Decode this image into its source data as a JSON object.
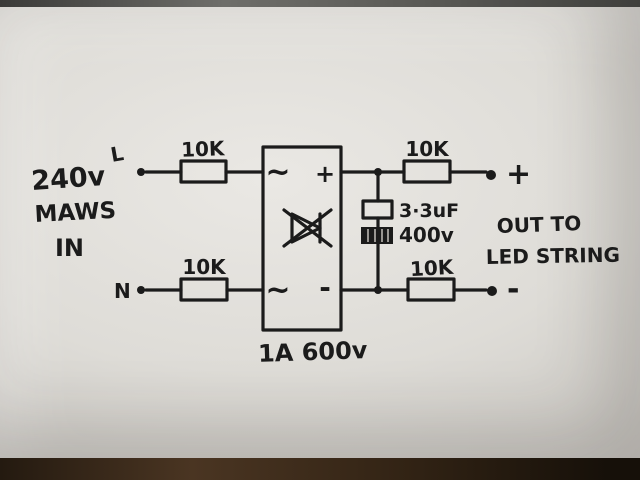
{
  "colors": {
    "ink": "#1b1b1b",
    "paper": "#e4e2dd",
    "table_edge": "#3a2a1a"
  },
  "circuit": {
    "input": {
      "voltage": "240v",
      "source": "MAWS",
      "direction": "IN",
      "live": "L",
      "neutral": "N"
    },
    "resistors": {
      "in_top": "10K",
      "in_bottom": "10K",
      "out_top": "10K",
      "out_bottom": "10K"
    },
    "bridge": {
      "ac_top": "~",
      "ac_bottom": "~",
      "dc_plus": "+",
      "dc_minus": "-",
      "rating": "1A 600v"
    },
    "capacitor": {
      "value": "3·3uF",
      "voltage": "400v"
    },
    "output": {
      "plus": "+",
      "minus": "-",
      "text1": "OUT TO",
      "text2": "LED STRING"
    }
  }
}
